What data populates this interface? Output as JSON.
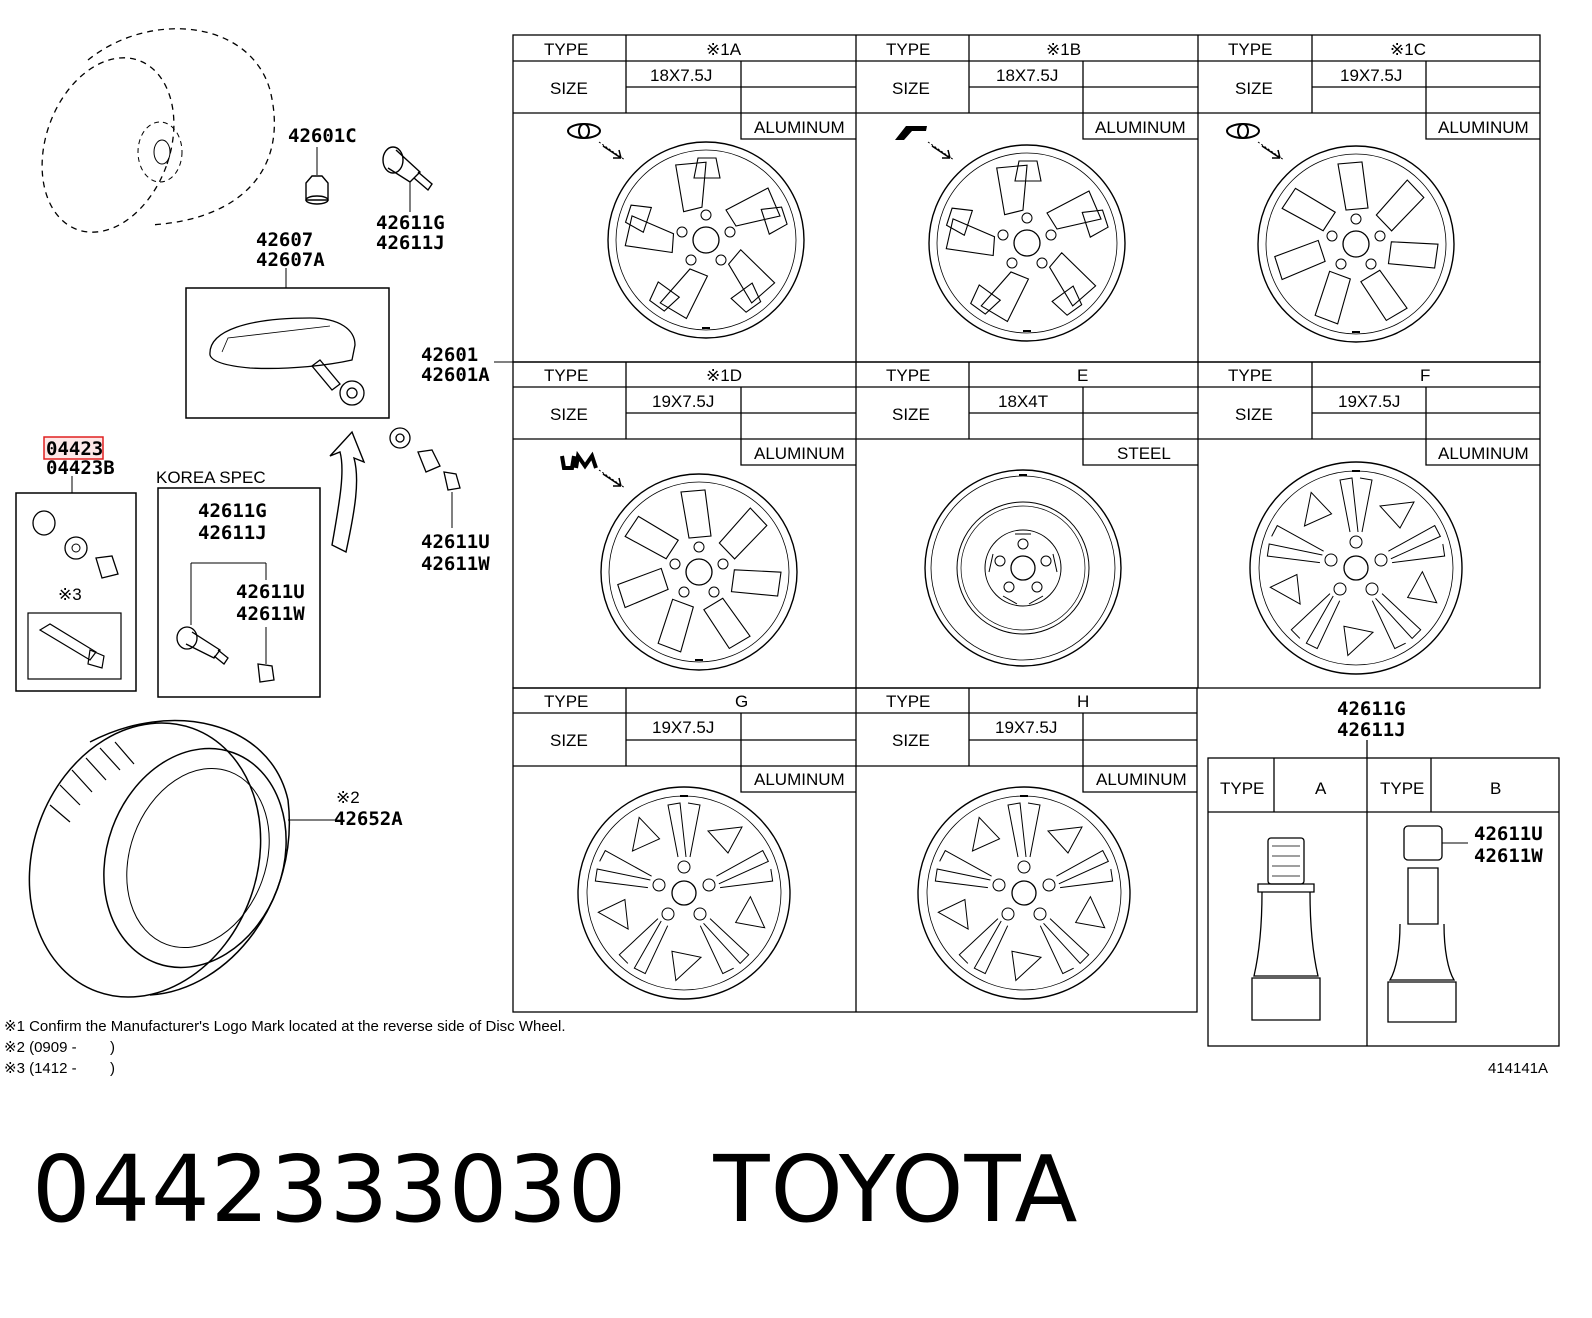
{
  "parts": {
    "sensor_cap": "42601C",
    "valve_stem_g": "42611G",
    "valve_stem_j": "42611J",
    "tpms_sensor": "42607",
    "tpms_sensor_a": "42607A",
    "highlighted": "04423",
    "valve_kit_b": "04423B",
    "wheel": "42601",
    "wheel_a": "42601A",
    "valve_cap_u": "42611U",
    "valve_cap_w": "42611W",
    "tire": "42652A",
    "tire_note_mark": "※2",
    "kit_note_mark": "※3"
  },
  "korea_spec": {
    "label": "KOREA SPEC",
    "stem_g": "42611G",
    "stem_j": "42611J",
    "cap_u": "42611U",
    "cap_w": "42611W"
  },
  "wheel_table": {
    "type_label": "TYPE",
    "size_label": "SIZE",
    "wheels": [
      {
        "type": "※1A",
        "size": "18X7.5J",
        "material": "ALUMINUM",
        "logo": "toyota-logo"
      },
      {
        "type": "※1B",
        "size": "18X7.5J",
        "material": "ALUMINUM",
        "logo": "maker-logo"
      },
      {
        "type": "※1C",
        "size": "19X7.5J",
        "material": "ALUMINUM",
        "logo": "toyota-logo"
      },
      {
        "type": "※1D",
        "size": "19X7.5J",
        "material": "ALUMINUM",
        "logo": "um-logo"
      },
      {
        "type": "E",
        "size": "18X4T",
        "material": "STEEL",
        "logo": ""
      },
      {
        "type": "F",
        "size": "19X7.5J",
        "material": "ALUMINUM",
        "logo": ""
      },
      {
        "type": "G",
        "size": "19X7.5J",
        "material": "ALUMINUM",
        "logo": ""
      },
      {
        "type": "H",
        "size": "19X7.5J",
        "material": "ALUMINUM",
        "logo": ""
      }
    ]
  },
  "valve_table": {
    "heading_g": "42611G",
    "heading_j": "42611J",
    "type_label": "TYPE",
    "type_a": "A",
    "type_b": "B",
    "cap_u": "42611U",
    "cap_w": "42611W"
  },
  "notes": [
    "※1 Confirm the Manufacturer's Logo Mark located at the reverse side of Disc Wheel.",
    "※2 (0909 -        )",
    "※3 (1412 -        )"
  ],
  "diagram_id": "414141A",
  "footer": {
    "part_number": "0442333030",
    "brand": "TOYOTA"
  },
  "colors": {
    "line": "#000000",
    "highlight": "#e02020",
    "highlight_fill": "#fde8e8"
  }
}
